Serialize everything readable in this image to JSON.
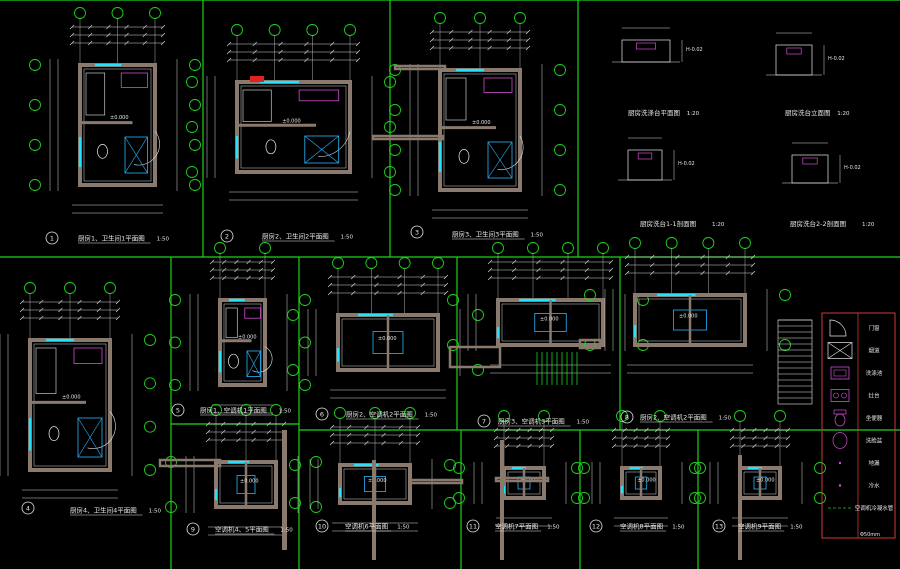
{
  "colors": {
    "background": "#000000",
    "frame": "#1fd21f",
    "dimension": "#d8d8d8",
    "wall": "#8a7a6e",
    "window": "#1ee4ff",
    "accent_cyan": "#29b6ff",
    "fixture_red": "#e0231c",
    "fixture_magenta": "#d14dd1",
    "text_yellow": "#ffef5a",
    "text_white": "#e8e8e8",
    "legend_border": "#cc3a3a"
  },
  "sheets": [
    {
      "num": "1",
      "caption": "厨房1、卫生间1平面图",
      "scale": "1:50"
    },
    {
      "num": "2",
      "caption": "厨房2、卫生间2平面图",
      "scale": "1:50"
    },
    {
      "num": "3",
      "caption": "厨房3、卫生间3平面图",
      "scale": "1:50"
    },
    {
      "num": "4",
      "caption": "厨房4、卫生间4平面图",
      "scale": "1:50"
    },
    {
      "num": "5",
      "caption": "厨房1、空调机1平面图",
      "scale": "1:50"
    },
    {
      "num": "6",
      "caption": "厨房2、空调机2平面图",
      "scale": "1:50"
    },
    {
      "num": "7",
      "caption": "厨房3、空调机3平面图",
      "scale": "1:50"
    },
    {
      "num": "8",
      "caption": "厨房2、空调机2平面图",
      "scale": "1:50"
    },
    {
      "num": "9",
      "caption": "空调机4、5平面图",
      "scale": "1:50"
    },
    {
      "num": "10",
      "caption": "空调机6平面图",
      "scale": "1:50"
    },
    {
      "num": "11",
      "caption": "空调机7平面图",
      "scale": "1:50"
    },
    {
      "num": "12",
      "caption": "空调机8平面图",
      "scale": "1:50"
    },
    {
      "num": "13",
      "caption": "空调机9平面图",
      "scale": "1:50"
    }
  ],
  "details": [
    {
      "caption": "厨房洗涤台平面图",
      "scale": "1:20"
    },
    {
      "caption": "厨房洗台立面图",
      "scale": "1:20"
    },
    {
      "caption": "厨房洗台1-1剖面图",
      "scale": "1:20"
    },
    {
      "caption": "厨房洗台2-2剖面图",
      "scale": "1:20"
    }
  ],
  "legend": {
    "items": [
      {
        "symbol": "door-swing",
        "label": "门窗"
      },
      {
        "symbol": "cross-box",
        "label": "烟道"
      },
      {
        "symbol": "sink",
        "label": "洗涤池"
      },
      {
        "symbol": "stove",
        "label": "灶台"
      },
      {
        "symbol": "toilet",
        "label": "坐便器"
      },
      {
        "symbol": "basin",
        "label": "洗脸盆"
      },
      {
        "symbol": "dot",
        "label": "地漏"
      },
      {
        "symbol": "dot",
        "label": "冷水"
      },
      {
        "symbol": "dash-line",
        "label": "空调机冷凝水管"
      }
    ],
    "footnote": "Φ50mm"
  },
  "annotations": {
    "a0": "±0.000",
    "a1": "H-0.02"
  }
}
